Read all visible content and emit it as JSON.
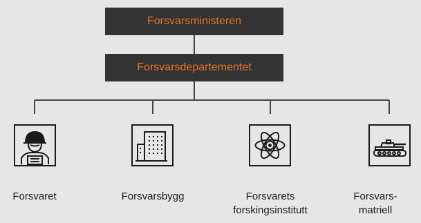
{
  "ministry": {
    "label": "Forsvarsministeren"
  },
  "department": {
    "label": "Forsvarsdepartementet"
  },
  "units": [
    {
      "lines": [
        "Forsvaret"
      ],
      "icon": "soldier-icon"
    },
    {
      "lines": [
        "Forsvarsbygg"
      ],
      "icon": "building-icon"
    },
    {
      "lines": [
        "Forsvarets",
        "forskingsinstitutt"
      ],
      "icon": "atom-icon"
    },
    {
      "lines": [
        "Forsvars-",
        "matriell"
      ],
      "icon": "tank-icon"
    }
  ],
  "colors": {
    "box_bg": "#333333",
    "box_text": "#e8742a",
    "line": "#444444",
    "background": "#e6e6e6"
  }
}
